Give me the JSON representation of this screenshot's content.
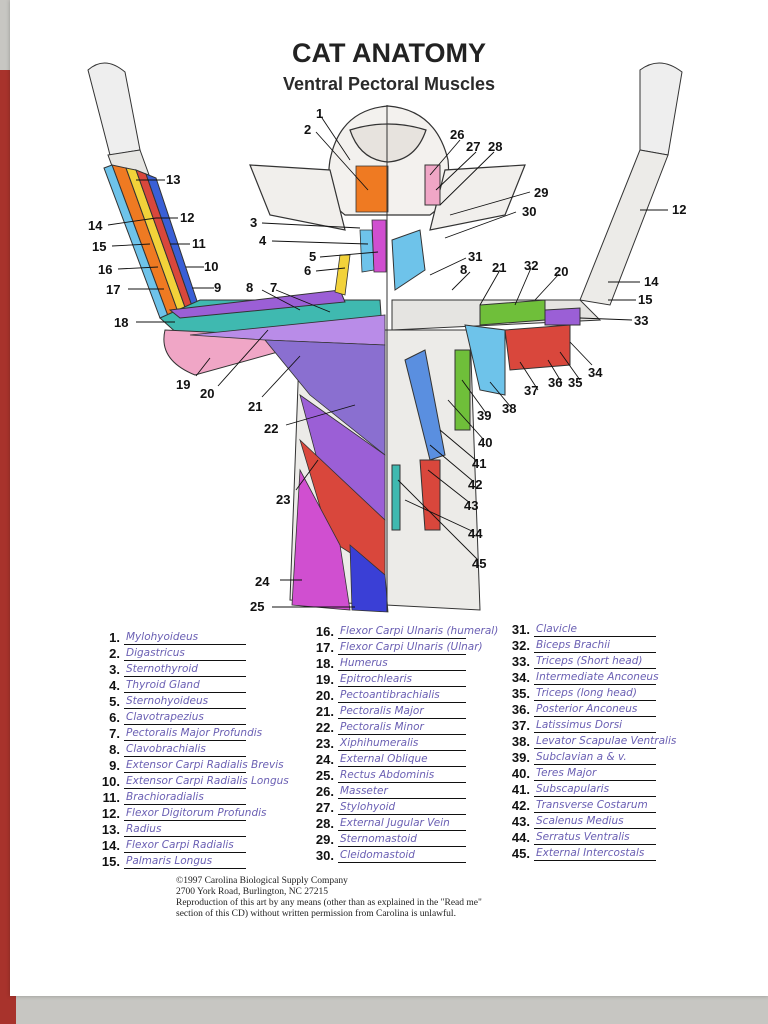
{
  "title": "CAT ANATOMY",
  "subtitle": "Ventral Pectoral Muscles",
  "diagram_numbers": [
    "1",
    "2",
    "3",
    "4",
    "5",
    "6",
    "7",
    "8",
    "9",
    "10",
    "11",
    "12",
    "13",
    "14",
    "15",
    "16",
    "17",
    "18",
    "19",
    "20",
    "21",
    "22",
    "23",
    "24",
    "25",
    "26",
    "27",
    "28",
    "29",
    "30",
    "31",
    "32",
    "33",
    "34",
    "35",
    "36",
    "37",
    "38",
    "39",
    "40",
    "41",
    "42",
    "43",
    "44",
    "45"
  ],
  "answers": [
    {
      "n": "1.",
      "label": "Mylohyoideus"
    },
    {
      "n": "2.",
      "label": "Digastricus"
    },
    {
      "n": "3.",
      "label": "Sternothyroid"
    },
    {
      "n": "4.",
      "label": "Thyroid Gland"
    },
    {
      "n": "5.",
      "label": "Sternohyoideus"
    },
    {
      "n": "6.",
      "label": "Clavotrapezius"
    },
    {
      "n": "7.",
      "label": "Pectoralis Major Profundis"
    },
    {
      "n": "8.",
      "label": "Clavobrachialis"
    },
    {
      "n": "9.",
      "label": "Extensor Carpi Radialis Brevis"
    },
    {
      "n": "10.",
      "label": "Extensor Carpi Radialis Longus"
    },
    {
      "n": "11.",
      "label": "Brachioradialis"
    },
    {
      "n": "12.",
      "label": "Flexor Digitorum Profundis"
    },
    {
      "n": "13.",
      "label": "Radius"
    },
    {
      "n": "14.",
      "label": "Flexor Carpi Radialis"
    },
    {
      "n": "15.",
      "label": "Palmaris Longus"
    },
    {
      "n": "16.",
      "label": "Flexor Carpi Ulnaris (humeral)"
    },
    {
      "n": "17.",
      "label": "Flexor Carpi Ulnaris (Ulnar)"
    },
    {
      "n": "18.",
      "label": "Humerus"
    },
    {
      "n": "19.",
      "label": "Epitrochlearis"
    },
    {
      "n": "20.",
      "label": "Pectoantibrachialis"
    },
    {
      "n": "21.",
      "label": "Pectoralis Major"
    },
    {
      "n": "22.",
      "label": "Pectoralis Minor"
    },
    {
      "n": "23.",
      "label": "Xiphihumeralis"
    },
    {
      "n": "24.",
      "label": "External Oblique"
    },
    {
      "n": "25.",
      "label": "Rectus Abdominis"
    },
    {
      "n": "26.",
      "label": "Masseter"
    },
    {
      "n": "27.",
      "label": "Stylohyoid"
    },
    {
      "n": "28.",
      "label": "External Jugular Vein"
    },
    {
      "n": "29.",
      "label": "Sternomastoid"
    },
    {
      "n": "30.",
      "label": "Cleidomastoid"
    },
    {
      "n": "31.",
      "label": "Clavicle"
    },
    {
      "n": "32.",
      "label": "Biceps Brachii"
    },
    {
      "n": "33.",
      "label": "Triceps (Short head)"
    },
    {
      "n": "34.",
      "label": "Intermediate Anconeus"
    },
    {
      "n": "35.",
      "label": "Triceps (long head)"
    },
    {
      "n": "36.",
      "label": "Posterior Anconeus"
    },
    {
      "n": "37.",
      "label": "Latissimus Dorsi"
    },
    {
      "n": "38.",
      "label": "Levator Scapulae Ventralis"
    },
    {
      "n": "39.",
      "label": "Subclavian a & v."
    },
    {
      "n": "40.",
      "label": "Teres Major"
    },
    {
      "n": "41.",
      "label": "Subscapularis"
    },
    {
      "n": "42.",
      "label": "Transverse Costarum"
    },
    {
      "n": "43.",
      "label": "Scalenus Medius"
    },
    {
      "n": "44.",
      "label": "Serratus Ventralis"
    },
    {
      "n": "45.",
      "label": "External Intercostals"
    }
  ],
  "footer": {
    "line1": "©1997 Carolina Biological Supply Company",
    "line2": "2700 York Road, Burlington, NC 27215",
    "line3": "Reproduction of this art by any means (other than as explained in the \"Read me\"",
    "line4": "section of this CD) without written permission from Carolina is unlawful."
  },
  "colors": {
    "ink": "#111111",
    "pencil_purple": "#6a5fb3",
    "pink": "#e98ab6",
    "magenta": "#d04fd0",
    "violet": "#9b5fd6",
    "red": "#d9473c",
    "orange": "#ef7a22",
    "yellow": "#f2d23a",
    "green": "#6fbf3a",
    "teal": "#3fb9b0",
    "lightblue": "#6ec3ea",
    "blue": "#3a5fd6"
  }
}
